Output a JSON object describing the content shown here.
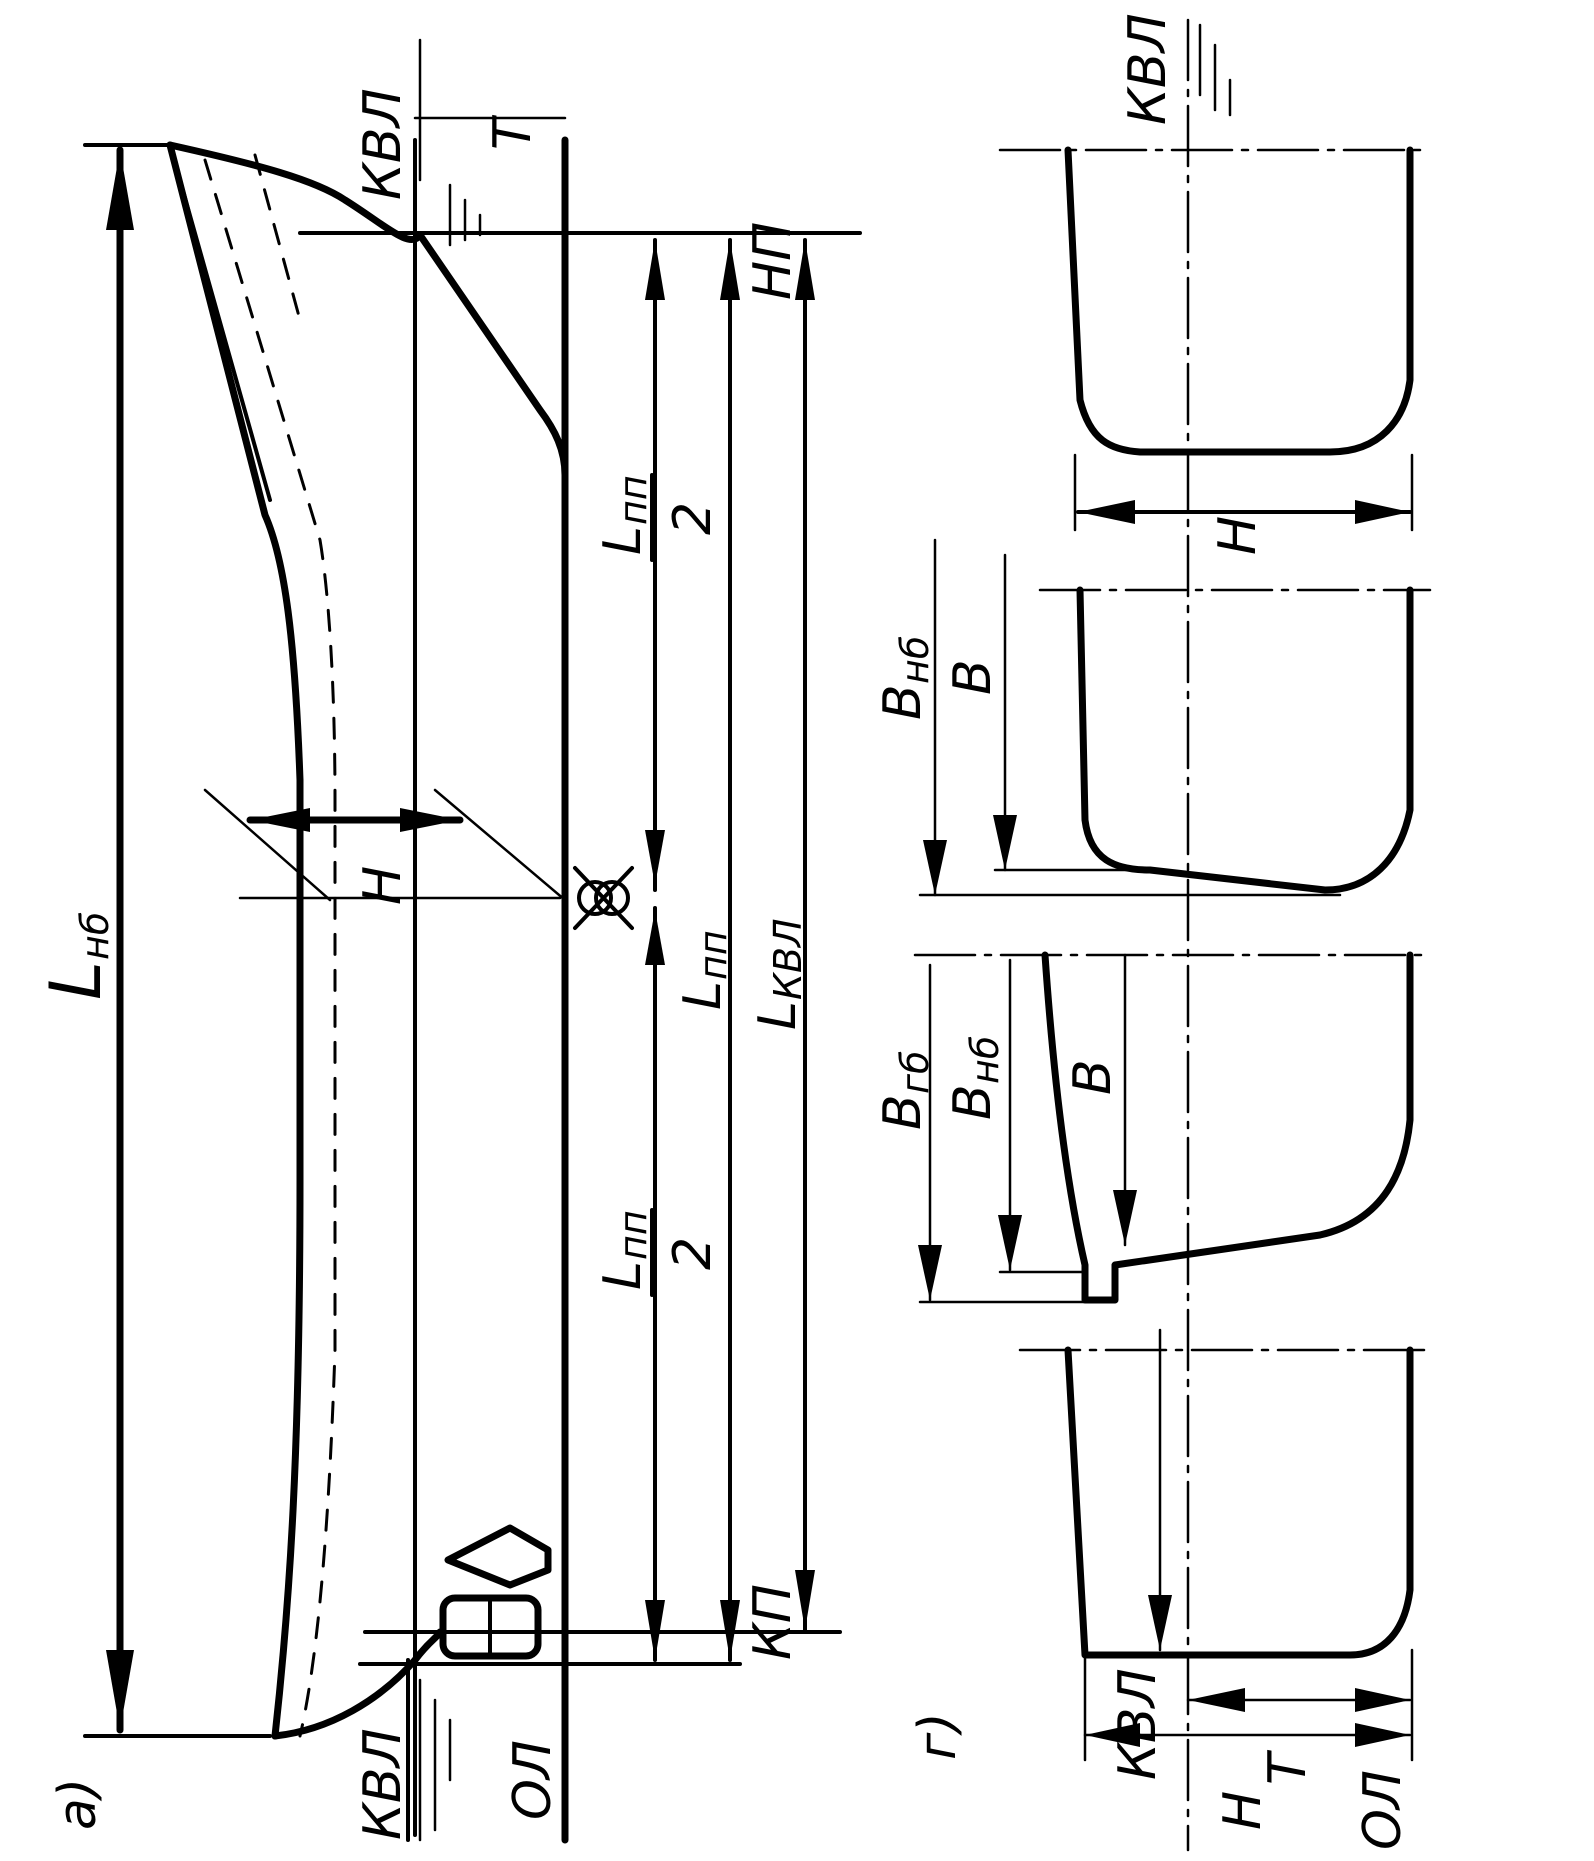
{
  "panel_a": {
    "tag": "а)",
    "Lnb": "L",
    "Lnb_sub": "нб",
    "kvl_top": "КВЛ",
    "kvl_bottom": "КВЛ",
    "ol": "ОЛ",
    "np": "НП",
    "kp": "КП",
    "T": "T",
    "H": "H",
    "Lpp_half_1": "L",
    "Lpp_half_1_sub": "пп",
    "half_1_den": "2",
    "Lpp": "L",
    "Lpp_sub": "пп",
    "Lkvl": "L",
    "Lkvl_sub": "КВЛ",
    "Lpp_half_2": "L",
    "Lpp_half_2_sub": "пп",
    "half_2_den": "2"
  },
  "panel_g": {
    "tag": "г)",
    "kvl_top": "КВЛ",
    "H_top": "H",
    "Bnb_1": "B",
    "Bnb_1_sub": "нб",
    "B_1": "B",
    "Bgb": "B",
    "Bgb_sub": "гб",
    "Bnb_2": "B",
    "Bnb_2_sub": "нб",
    "B_2": "B",
    "kvl_bottom": "КВЛ",
    "T": "T",
    "H_bottom": "H",
    "ol": "ОЛ"
  }
}
